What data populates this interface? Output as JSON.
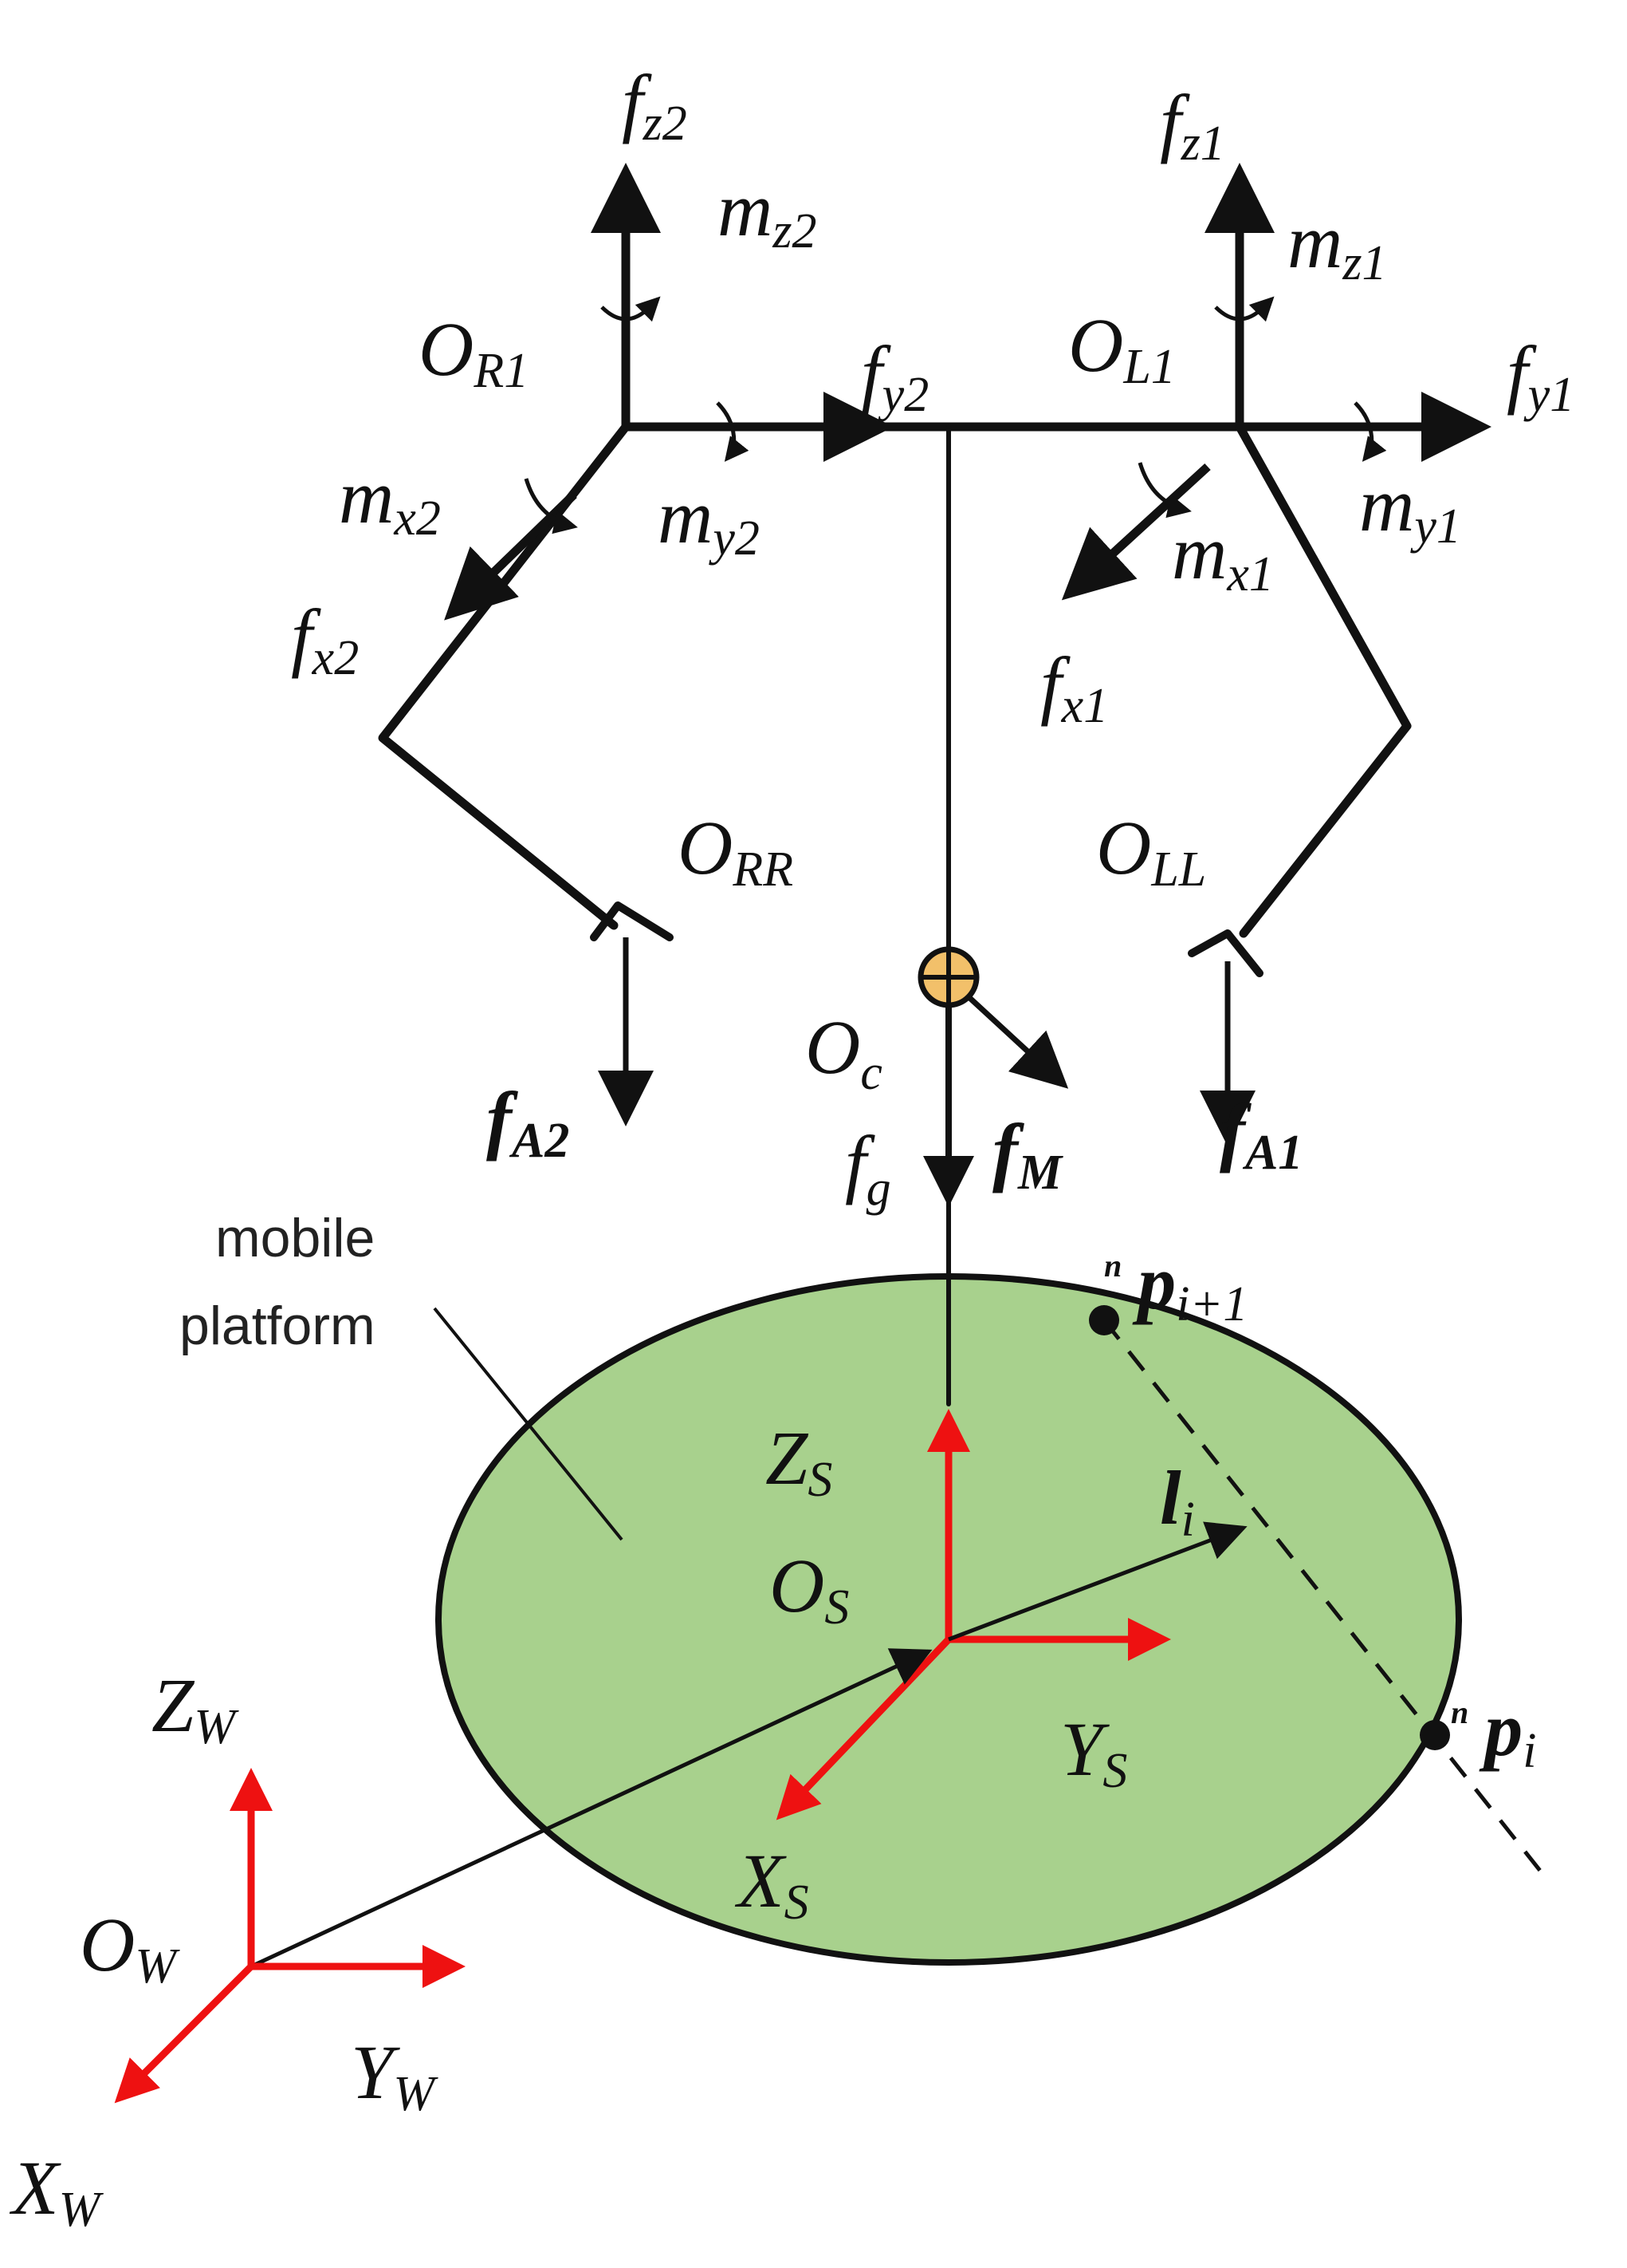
{
  "colors": {
    "platform_fill": "#a8d18d",
    "axis_red": "#ee1111",
    "line": "#111111",
    "com_fill": "#f2c06a"
  },
  "labels": {
    "fz2": {
      "base": "f",
      "sub": "z2"
    },
    "mz2": {
      "base": "m",
      "sub": "z2"
    },
    "or1": {
      "base": "O",
      "sub": "R1"
    },
    "fy2": {
      "base": "f",
      "sub": "y2"
    },
    "mx2": {
      "base": "m",
      "sub": "x2"
    },
    "my2": {
      "base": "m",
      "sub": "y2"
    },
    "fx2": {
      "base": "f",
      "sub": "x2"
    },
    "orr": {
      "base": "O",
      "sub": "RR"
    },
    "fa2": {
      "base": "f",
      "sub": "A2"
    },
    "fz1": {
      "base": "f",
      "sub": "z1"
    },
    "mz1": {
      "base": "m",
      "sub": "z1"
    },
    "ol1": {
      "base": "O",
      "sub": "L1"
    },
    "fy1": {
      "base": "f",
      "sub": "y1"
    },
    "my1": {
      "base": "m",
      "sub": "y1"
    },
    "mx1": {
      "base": "m",
      "sub": "x1"
    },
    "fx1": {
      "base": "f",
      "sub": "x1"
    },
    "oll": {
      "base": "O",
      "sub": "LL"
    },
    "fa1": {
      "base": "f",
      "sub": "A1"
    },
    "oc": {
      "base": "O",
      "sub": "c"
    },
    "fg": {
      "base": "f",
      "sub": "g"
    },
    "fm": {
      "base": "f",
      "sub": "M"
    },
    "zs": {
      "base": "Z",
      "sub": "S"
    },
    "os": {
      "base": "O",
      "sub": "S"
    },
    "xs": {
      "base": "X",
      "sub": "S"
    },
    "ys": {
      "base": "Y",
      "sub": "S"
    },
    "li": {
      "base": "l",
      "sub": "i"
    },
    "pi1": {
      "sup": "n",
      "base": "p",
      "sub": "i+1"
    },
    "pi": {
      "sup": "n",
      "base": "p",
      "sub": "i"
    },
    "zw": {
      "base": "Z",
      "sub": "W"
    },
    "ow": {
      "base": "O",
      "sub": "W"
    },
    "yw": {
      "base": "Y",
      "sub": "W"
    },
    "xw": {
      "base": "X",
      "sub": "W"
    }
  },
  "annotation": {
    "line1": "mobile",
    "line2": "platform"
  }
}
